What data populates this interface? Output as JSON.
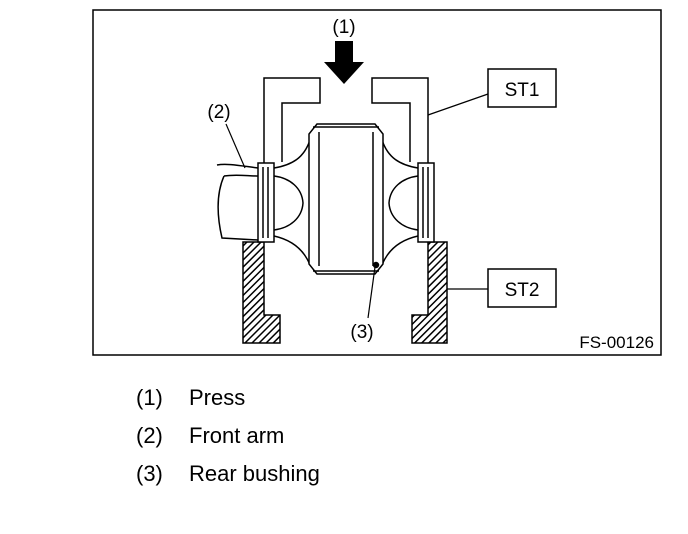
{
  "diagram": {
    "callouts": {
      "press": "(1)",
      "front_arm": "(2)",
      "rear_bushing": "(3)"
    },
    "tools": {
      "st1": "ST1",
      "st2": "ST2"
    },
    "figure_code": "FS-00126"
  },
  "legend": {
    "items": [
      {
        "number": "(1)",
        "text": "Press"
      },
      {
        "number": "(2)",
        "text": "Front arm"
      },
      {
        "number": "(3)",
        "text": "Rear bushing"
      }
    ]
  }
}
